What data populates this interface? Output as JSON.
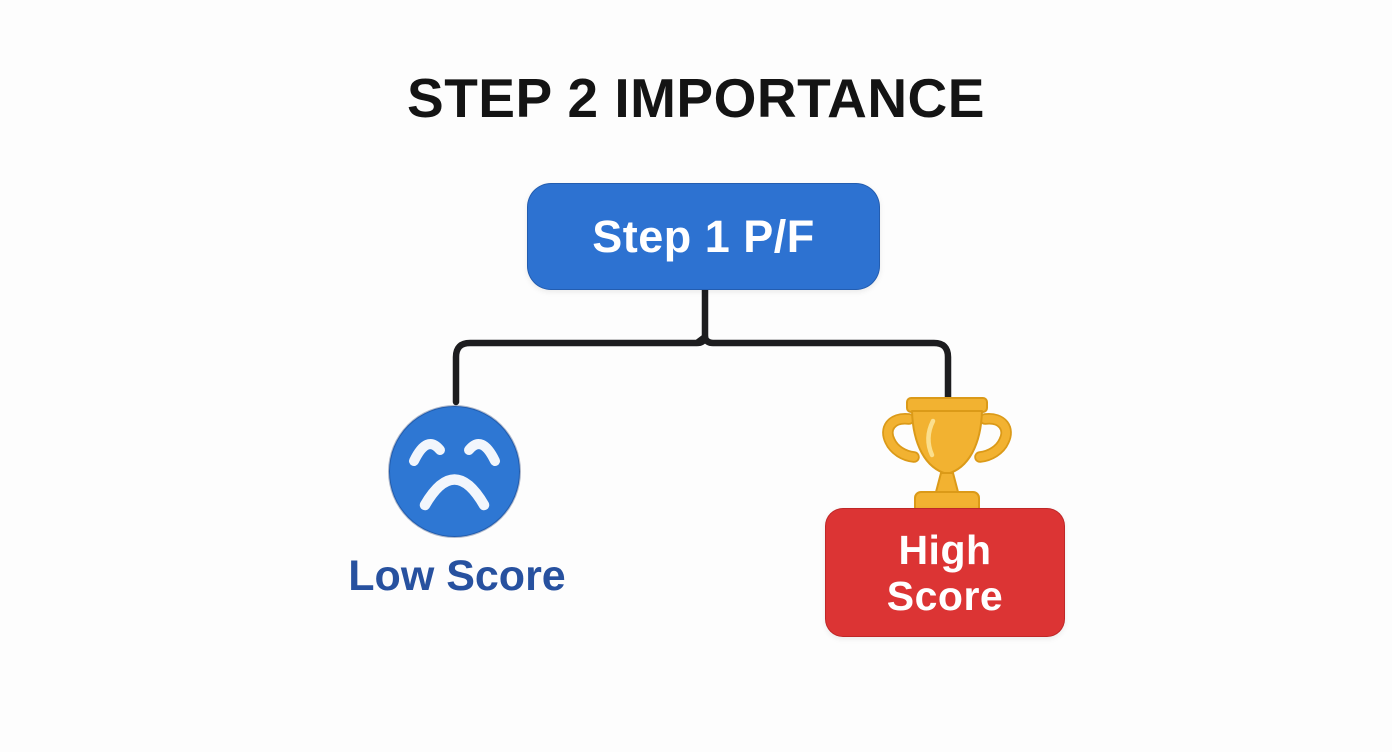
{
  "title": "STEP 2 IMPORTANCE",
  "flowchart": {
    "root": {
      "label": "Step 1 P/F"
    },
    "branches": [
      {
        "label": "Low Score",
        "icon": "sad-face-icon"
      },
      {
        "label": "High Score",
        "icon": "trophy-icon"
      }
    ]
  },
  "colors": {
    "background": "#fdfdfd",
    "title_text": "#141414",
    "connector": "#1d1d1f",
    "node_blue": "#2d72d1",
    "node_blue_text": "#ffffff",
    "low_label_text": "#27519f",
    "node_red": "#dc3434",
    "node_red_text": "#ffffff",
    "face_blue": "#2e77d3",
    "face_features": "#f2f6fc",
    "trophy_gold": "#f2b231",
    "trophy_outline": "#db9a18",
    "trophy_highlight": "#fbdf8d"
  }
}
